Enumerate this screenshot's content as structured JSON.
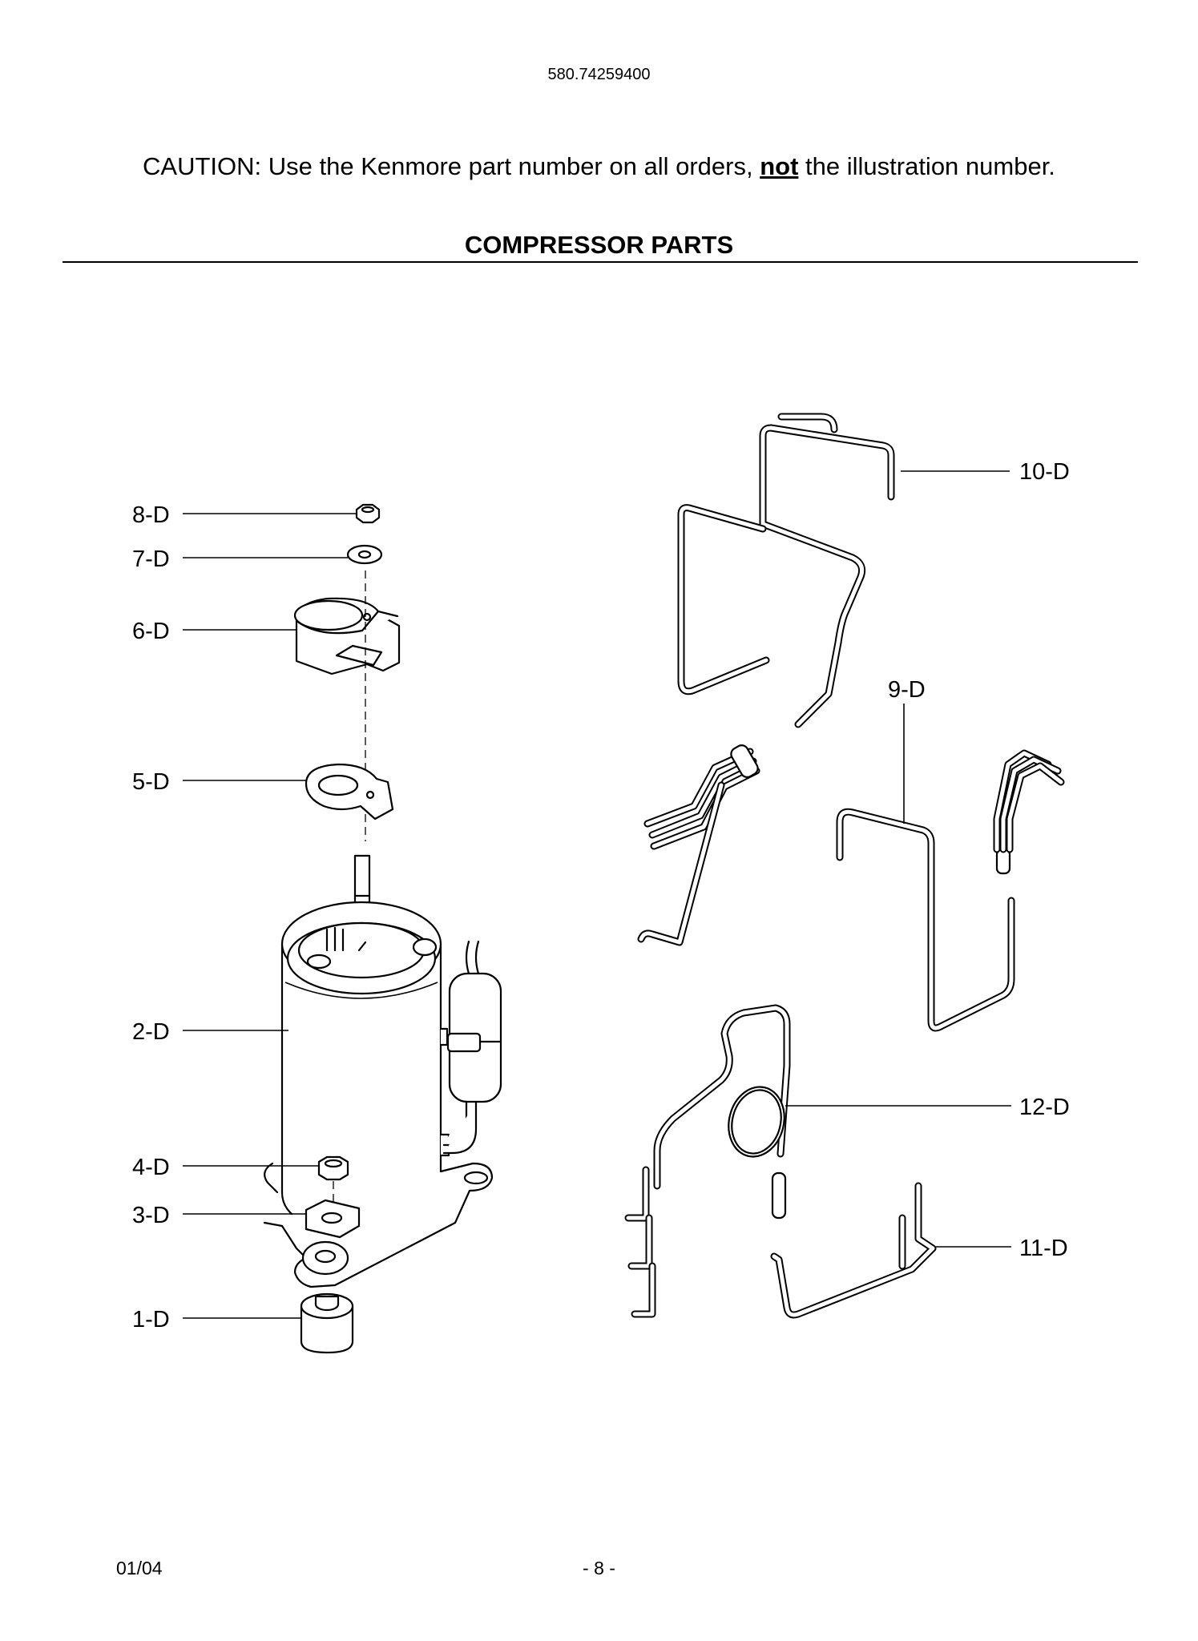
{
  "header": {
    "model_number": "580.74259400",
    "caution_prefix": "CAUTION: Use the Kenmore part number on all orders,",
    "caution_emphasis": "not",
    "caution_suffix": "the illustration number.",
    "section_title": "COMPRESSOR PARTS"
  },
  "callouts": {
    "p1": "1-D",
    "p2": "2-D",
    "p3": "3-D",
    "p4": "4-D",
    "p5": "5-D",
    "p6": "6-D",
    "p7": "7-D",
    "p8": "8-D",
    "p9": "9-D",
    "p10": "10-D",
    "p11": "11-D",
    "p12": "12-D"
  },
  "footer": {
    "date": "01/04",
    "page": "- 8 -"
  }
}
